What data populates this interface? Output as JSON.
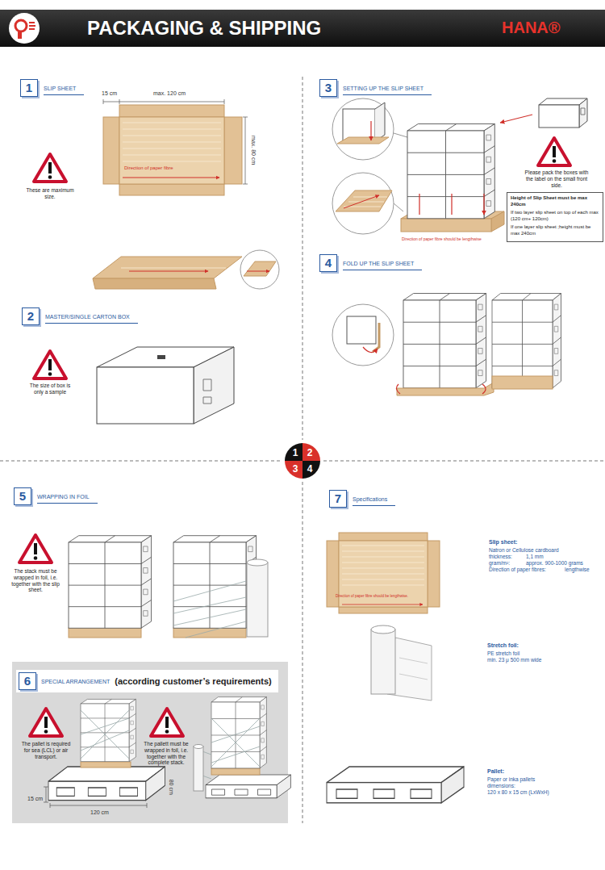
{
  "diagram": {
    "title": "PACKAGING & SHIPPING",
    "nodes": [
      {
        "text": [
          "1",
          "SLIP SHEET"
        ]
      },
      {
        "text": [
          "2",
          "MASTER/SINGLE CARTON BOX"
        ]
      },
      {
        "text": [
          "3",
          "SETTING UP THE SLIP SHEET"
        ]
      },
      {
        "text": [
          "Height of Slip Sheet must be max 240cm",
          "If two layer slip sheet on top of each max (120 cm+ 120cm)",
          "If one layer  slip sheet ;height must be max 240cm"
        ]
      },
      {
        "text": [
          "4",
          "FOLD UP THE SLIP SHEET"
        ]
      },
      {
        "text": [
          "1",
          "2",
          "3",
          "4"
        ]
      },
      {
        "text": [
          "5",
          "WRAPPING IN FOIL"
        ]
      },
      {
        "text": [
          "6",
          "SPECIAL ARRANGEMENT",
          "(according customer’s requirements)"
        ]
      },
      {
        "text": [
          "7",
          "Specifications"
        ]
      }
    ],
    "labels": [
      "HANA®",
      "15 cm",
      "max. 120 cm",
      "max. 80 cm",
      "Direction of paper fibre",
      "These are maximum size.",
      "The size of box is only a sample",
      "Please pack the boxes with the label on the small front side.",
      "Direction of paper fibre should be lengthwise",
      "The stack must be wrapped in foil, i.e. together with the slip sheet.",
      "The pallet is required for sea (LCL) or air transport.",
      "The pallett must be wrapped in foil, i.e. together with the complete stack.",
      "15 cm",
      "120 cm",
      "80 cm",
      "Direction of paper fibre should be lengthwise.",
      "Slip sheet:",
      "Natron or Cellulose cardboard",
      "thickness:",
      "1,1 mm",
      "gram/m²:",
      "approx. 900-1000 grams",
      "Direction of paper fibres:",
      "lengthwise",
      "Stretch foil:",
      "PE stretch foil",
      "min. 23 μ 500 mm wide",
      "Pallet:",
      "Paper or inka pallets",
      "dimensions:",
      "120 x 80 x 15 cm (LxWxH)"
    ]
  }
}
